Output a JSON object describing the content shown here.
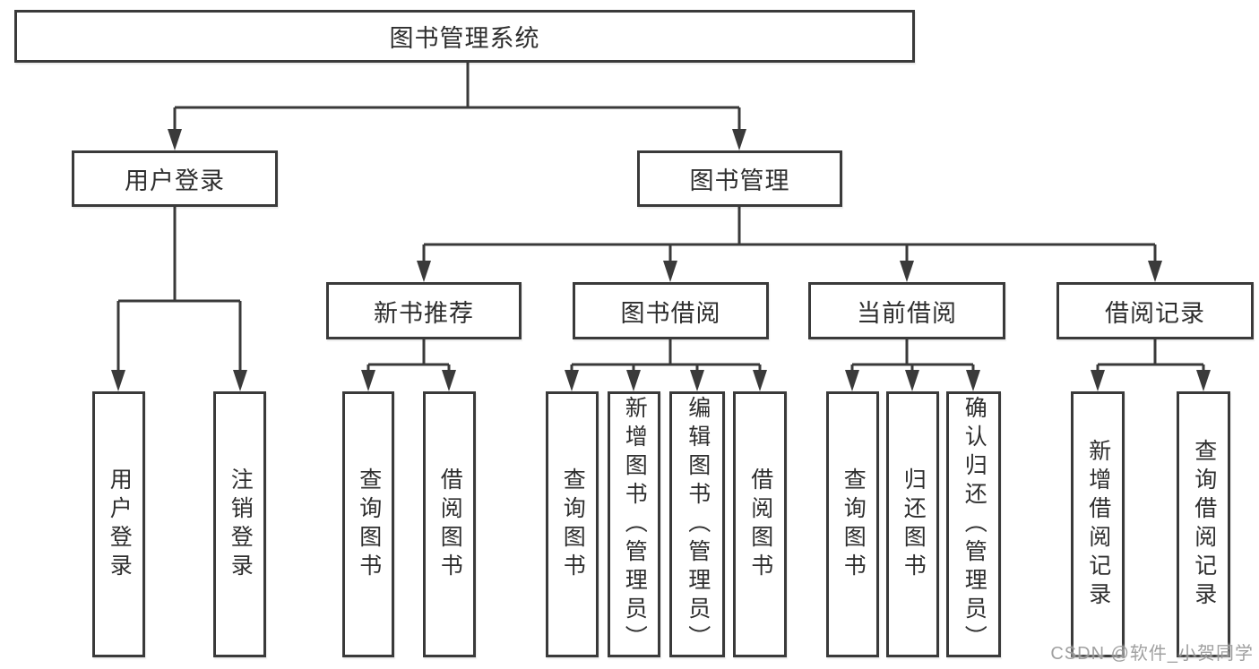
{
  "tree": {
    "root": {
      "label": "图书管理系统"
    },
    "branches": [
      {
        "label": "用户登录",
        "children": [
          {
            "label": "用户登录"
          },
          {
            "label": "注销登录"
          }
        ]
      },
      {
        "label": "图书管理",
        "children": [
          {
            "label": "新书推荐",
            "children": [
              {
                "label": "查询图书"
              },
              {
                "label": "借阅图书"
              }
            ]
          },
          {
            "label": "图书借阅",
            "children": [
              {
                "label": "查询图书"
              },
              {
                "label": "新增图书（管理员）"
              },
              {
                "label": "编辑图书（管理员）"
              },
              {
                "label": "借阅图书"
              }
            ]
          },
          {
            "label": "当前借阅",
            "children": [
              {
                "label": "查询图书"
              },
              {
                "label": "归还图书"
              },
              {
                "label": "确认归还（管理员）"
              }
            ]
          },
          {
            "label": "借阅记录",
            "children": [
              {
                "label": "新增借阅记录"
              },
              {
                "label": "查询借阅记录"
              }
            ]
          }
        ]
      }
    ]
  },
  "watermark": "CSDN @软件_小贺同学",
  "colors": {
    "line": "#3a3a3a",
    "text": "#2e2e2e",
    "box_background": "#ffffff",
    "background": "#ffffff",
    "watermark": "#a0a0a0"
  }
}
